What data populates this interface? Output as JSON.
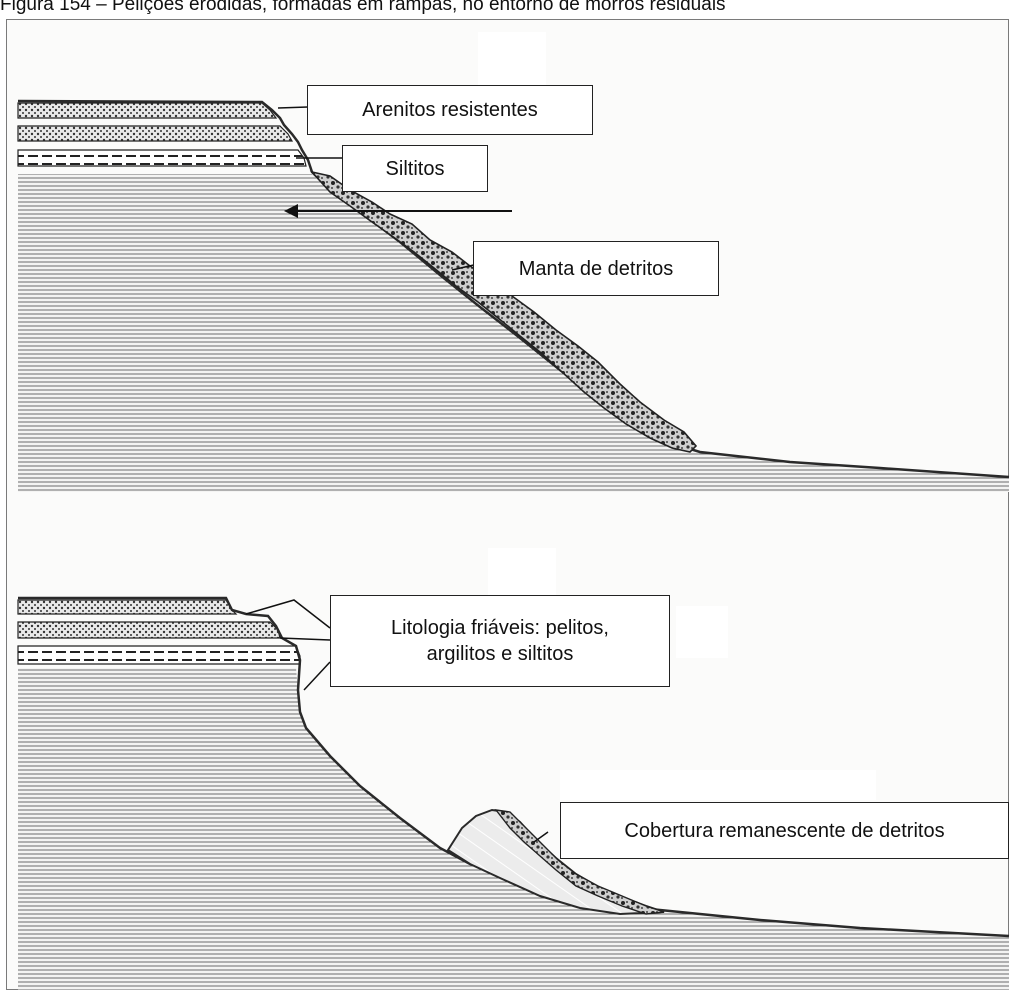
{
  "figure": {
    "caption": "Figura 154 – Pelições erodidas, formadas em rampas, no entorno de morros residuais"
  },
  "top_panel": {
    "labels": {
      "arenitos": "Arenitos resistentes",
      "siltitos": "Siltitos",
      "manta": "Manta de detritos"
    }
  },
  "bottom_panel": {
    "labels": {
      "litologia_line1": "Litologia friáveis: pelitos,",
      "litologia_line2": "argilitos e siltitos",
      "cobertura": "Cobertura remanescente de detritos"
    }
  },
  "colors": {
    "line": "#2a2a2a",
    "hatch": "#6d6d6d",
    "background": "#fbfbfa"
  }
}
